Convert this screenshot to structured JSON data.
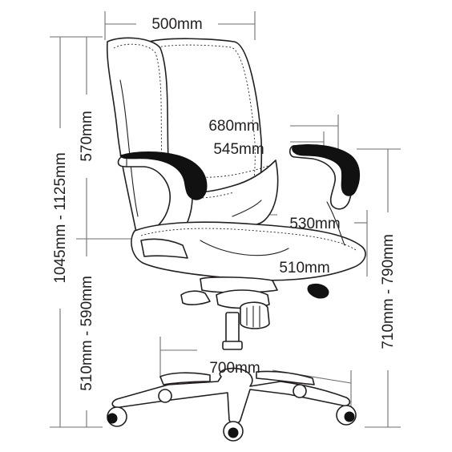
{
  "dimensions": {
    "width": "500mm",
    "overall_width": "680mm",
    "arm_width": "545mm",
    "seat_depth": "530mm",
    "seat_width": "510mm",
    "base_diameter": "700mm",
    "overall_height": "1045mm - 1125mm",
    "back_height": "570mm",
    "seat_height": "510mm - 590mm",
    "arm_height": "710mm - 790mm"
  },
  "colors": {
    "line": "#231f20",
    "dimension_line": "#6d6e70",
    "armrest_pad": "#111111",
    "background": "#ffffff"
  }
}
